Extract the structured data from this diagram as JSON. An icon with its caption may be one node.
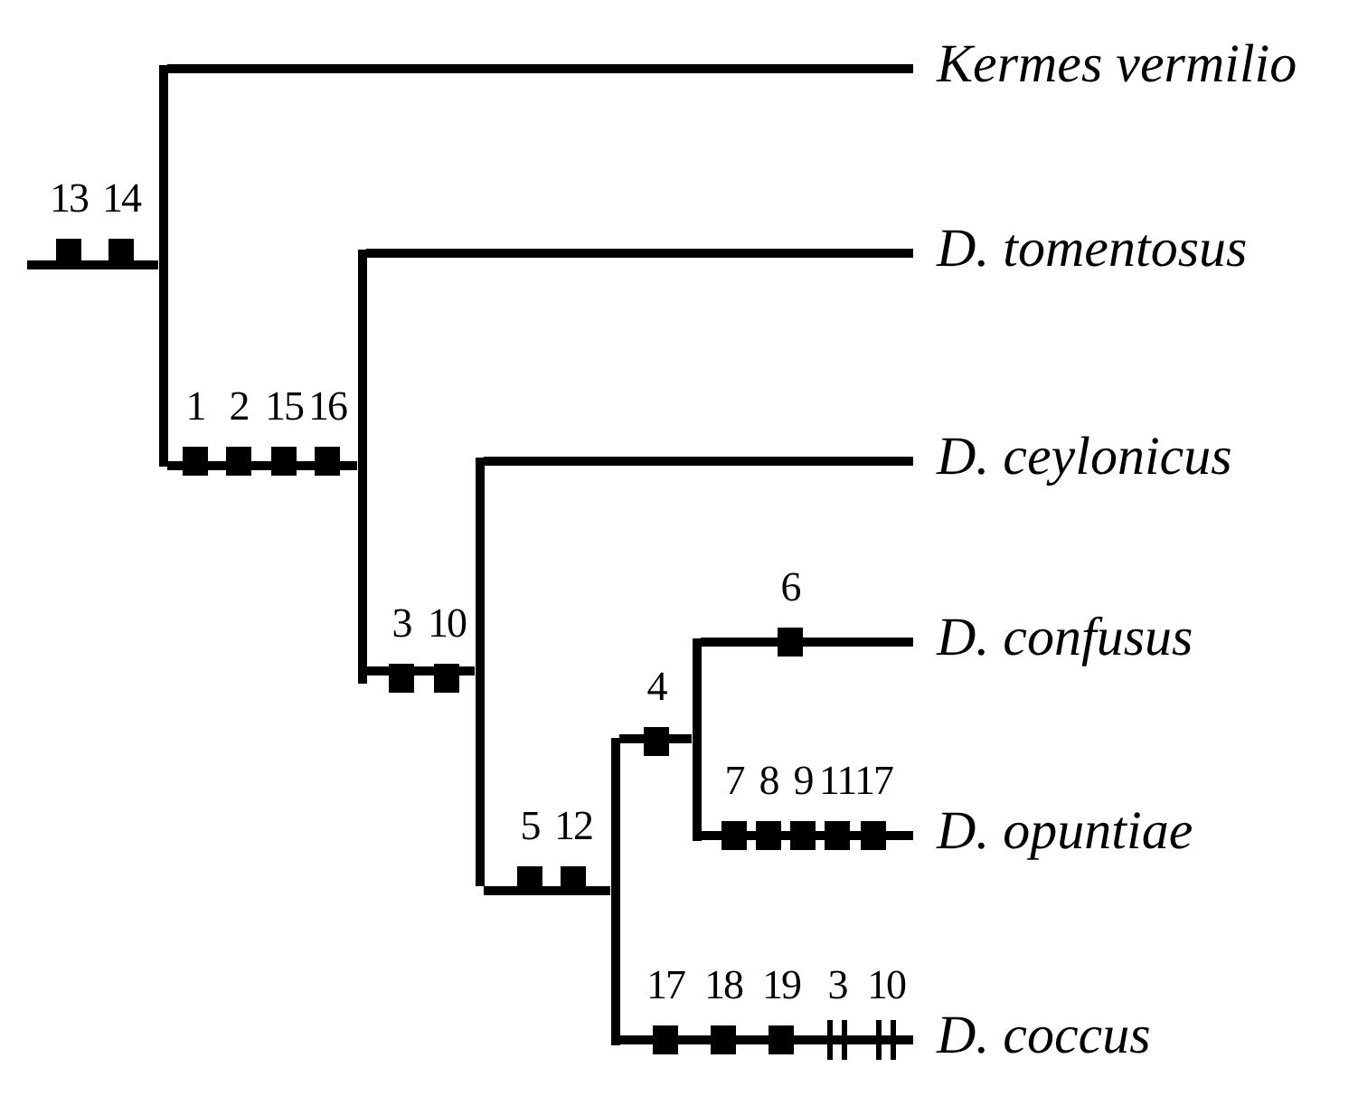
{
  "diagram": {
    "nodes": [
      {
        "text": [
          "*Kermes vermilio*"
        ]
      },
      {
        "text": [
          "*D. tomentosus*"
        ]
      },
      {
        "text": [
          "*D. ceylonicus*"
        ]
      },
      {
        "text": [
          "*D. confusus*"
        ]
      },
      {
        "text": [
          "*D. opuntiae*"
        ]
      },
      {
        "text": [
          "*D. coccus*"
        ]
      },
      {
        "text": [],
        "shape": "bar"
      },
      {
        "text": [],
        "shape": "bar"
      },
      {
        "text": [],
        "shape": "bar"
      },
      {
        "text": [],
        "shape": "bar"
      },
      {
        "text": [],
        "shape": "bar"
      }
    ],
    "edges": [
      {
        "from": null,
        "to": 6,
        "arrow": "none"
      },
      {
        "from": 6,
        "to": 0,
        "arrow": "none"
      },
      {
        "from": 6,
        "to": 7,
        "arrow": "none"
      },
      {
        "from": 7,
        "to": 1,
        "arrow": "none"
      },
      {
        "from": 7,
        "to": 8,
        "arrow": "none"
      },
      {
        "from": 8,
        "to": 2,
        "arrow": "none"
      },
      {
        "from": 8,
        "to": 9,
        "arrow": "none"
      },
      {
        "from": 9,
        "to": 10,
        "arrow": "none"
      },
      {
        "from": 9,
        "to": 5,
        "arrow": "none"
      },
      {
        "from": 10,
        "to": 3,
        "arrow": "none"
      },
      {
        "from": 10,
        "to": 4,
        "arrow": "none"
      }
    ],
    "labels": [
      "13",
      "14",
      "1",
      "2",
      "15",
      "16",
      "3",
      "10",
      "6",
      "4",
      "7",
      "8",
      "9",
      "11",
      "17",
      "5",
      "12",
      "17",
      "18",
      "19",
      "3",
      "10"
    ]
  }
}
